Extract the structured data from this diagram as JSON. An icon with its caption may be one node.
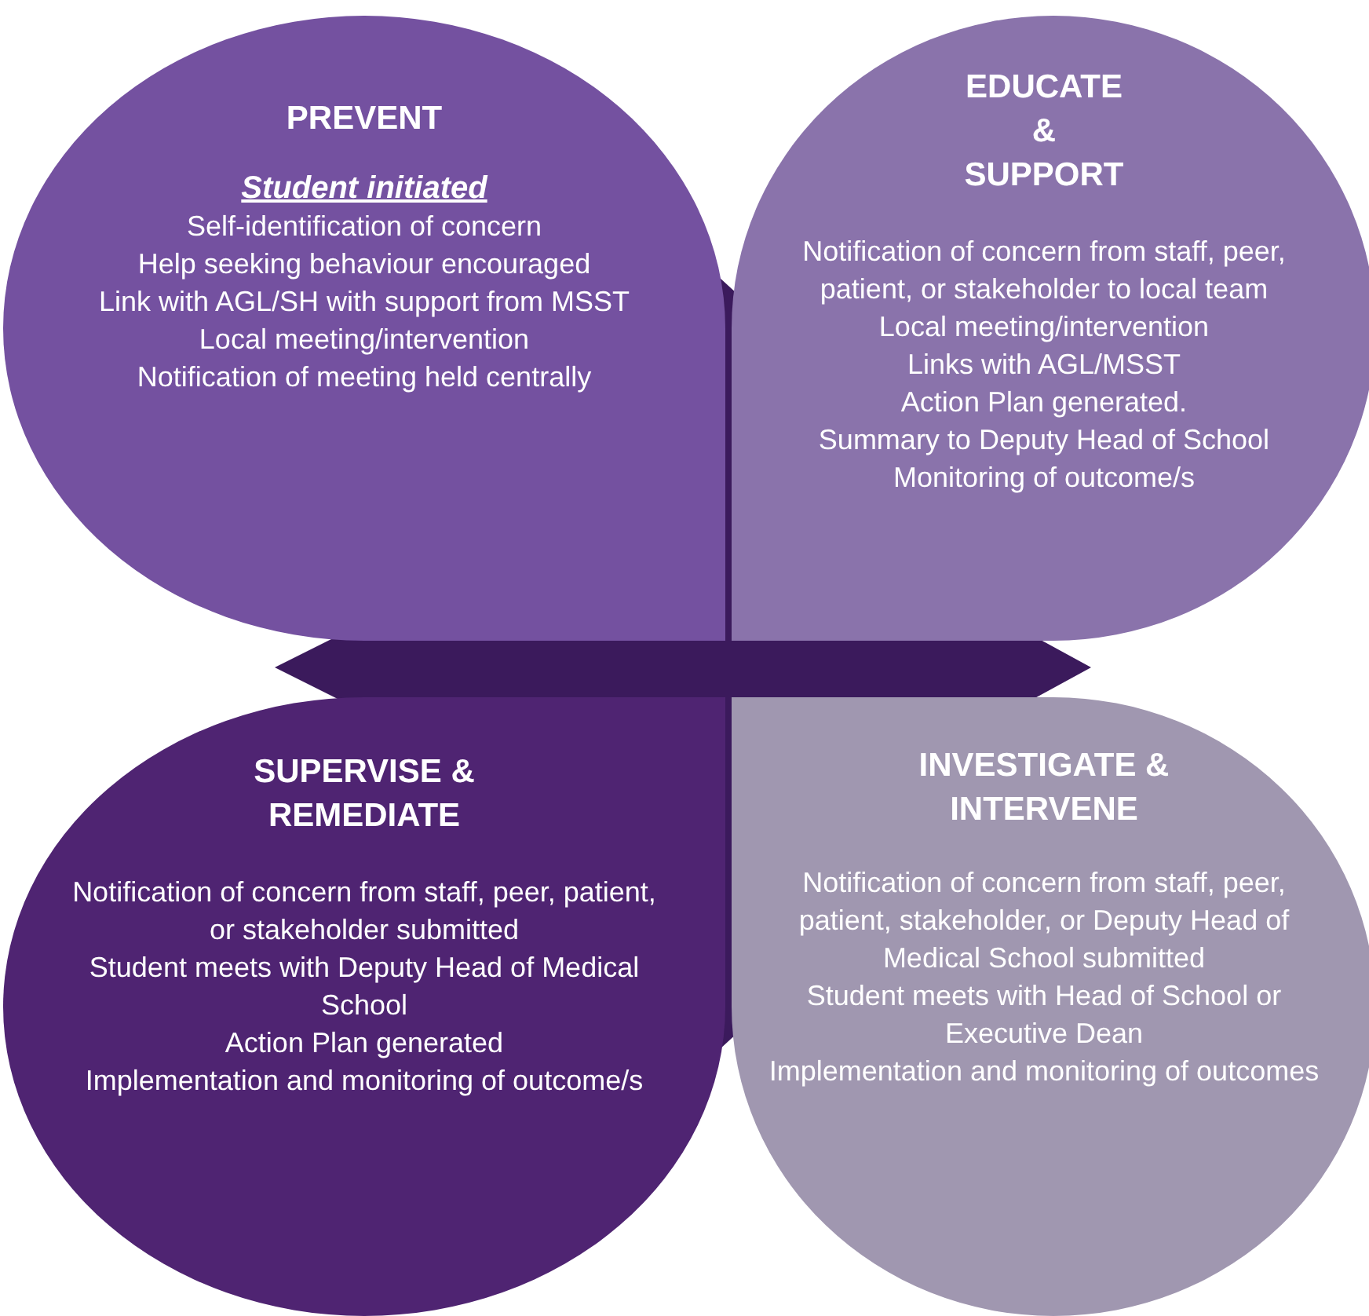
{
  "diagram": {
    "nodes": [
      {
        "text": [
          "PREVENT",
          "Student initiated",
          "Self-identification of concern",
          "Help seeking behaviour encouraged",
          "Link with AGL/SH with support from MSST",
          "Local meeting/intervention",
          "Notification of meeting held centrally"
        ]
      },
      {
        "text": [
          "EDUCATE & SUPPORT",
          "Notification of concern from staff, peer, patient, or stakeholder to local team",
          "Local meeting/intervention",
          "Links with AGL/MSST",
          "Action Plan generated.",
          "Summary to Deputy Head of School",
          "Monitoring of outcome/s"
        ]
      },
      {
        "text": [
          "SUPERVISE & REMEDIATE",
          "Notification of concern from staff, peer, patient, or stakeholder submitted",
          "Student meets with Deputy Head of Medical School",
          "Action Plan generated",
          "Implementation and monitoring of outcome/s"
        ]
      },
      {
        "text": [
          "INVESTIGATE & INTERVENE",
          "Notification of concern from staff, peer, patient, stakeholder, or Deputy Head of Medical School submitted",
          "Student meets with Head of School or Executive Dean",
          "Implementation and monitoring of outcomes"
        ]
      }
    ]
  }
}
